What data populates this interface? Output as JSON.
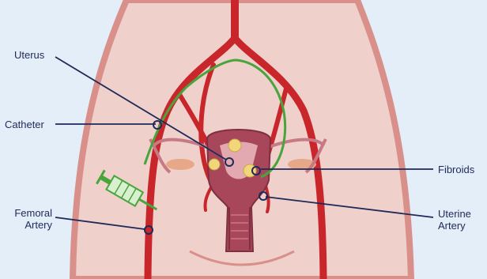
{
  "labels": {
    "uterus": "Uterus",
    "catheter": "Catheter",
    "femoral_artery": [
      "Femoral",
      "Artery"
    ],
    "fibroids": "Fibroids",
    "uterine_artery": [
      "Uterine",
      "Artery"
    ]
  },
  "colors": {
    "background": "#e3eef8",
    "body_outline": "#d9908a",
    "body_fill": "#efd0ca",
    "artery": "#c8262b",
    "catheter": "#4aa43c",
    "leader_line": "#1f2a5a",
    "uterus": "#a8465a",
    "fibroid": "#f2d67a",
    "ovary": "#e6a888"
  }
}
